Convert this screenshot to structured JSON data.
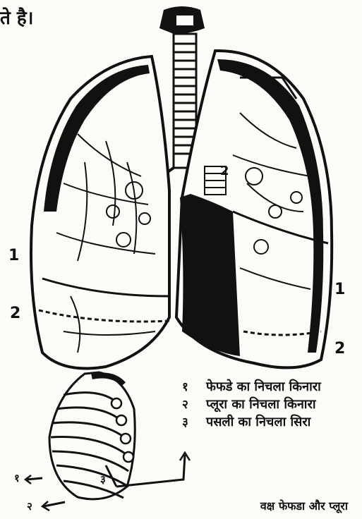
{
  "header": {
    "text": "ते है।"
  },
  "lung_labels": {
    "left_upper": "1",
    "left_lower": "2",
    "right_upper": "1",
    "right_lower": "2",
    "center": "2"
  },
  "rib_labels": {
    "one": "१",
    "two": "२",
    "three": "३"
  },
  "legend": [
    {
      "num": "१",
      "text": "फेफडे का निचला किनारा"
    },
    {
      "num": "२",
      "text": "प्लूरा का निचला किनारा"
    },
    {
      "num": "३",
      "text": "पसली का निचला सिरा"
    }
  ],
  "caption": "वक्ष  फेफडा और प्लूरा",
  "colors": {
    "ink": "#111111",
    "paper": "#fbfbf8"
  }
}
